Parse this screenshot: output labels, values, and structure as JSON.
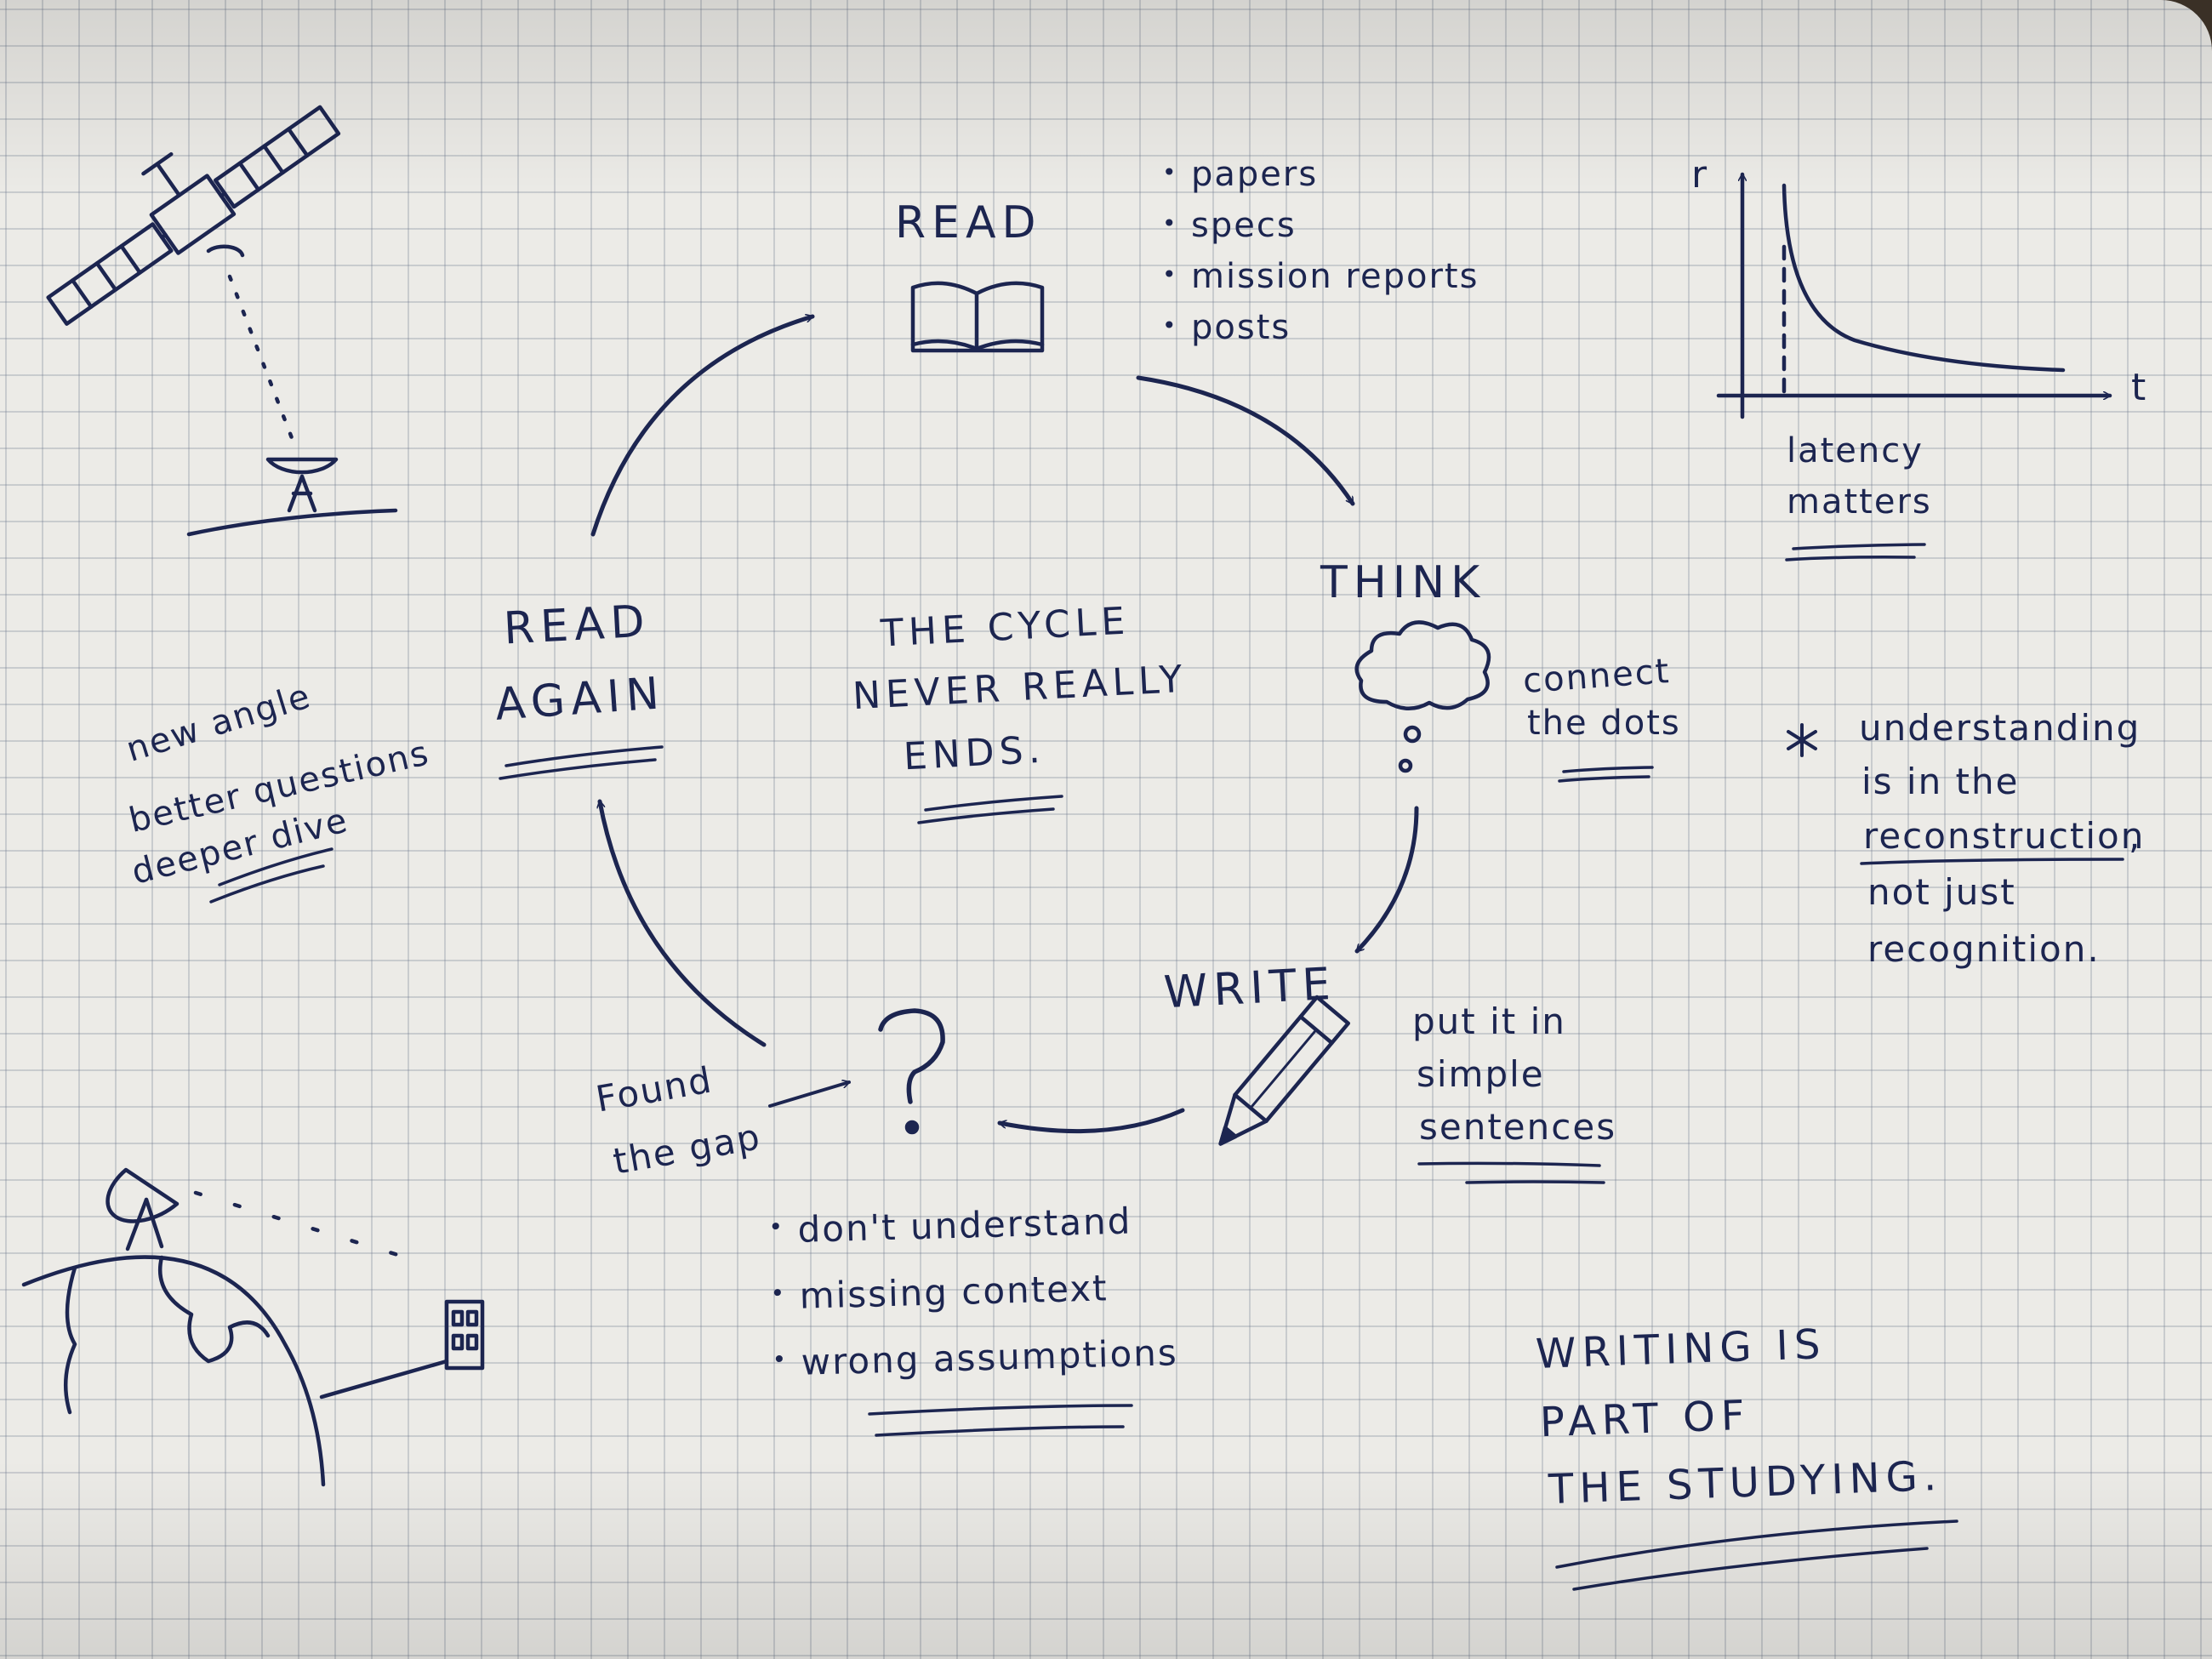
{
  "cycle": {
    "read": {
      "title": "READ",
      "sources": [
        "papers",
        "specs",
        "mission reports",
        "posts"
      ]
    },
    "think": {
      "title": "THINK",
      "note": [
        "connect",
        "the dots"
      ]
    },
    "write": {
      "title": "WRITE",
      "note": [
        "put it in",
        "simple",
        "sentences"
      ]
    },
    "gap": {
      "note": [
        "Found",
        "the gap"
      ],
      "reasons": [
        "don't understand",
        "missing context",
        "wrong assumptions"
      ]
    },
    "read_again": {
      "title": [
        "READ",
        "AGAIN"
      ],
      "note": [
        "new angle",
        "better questions",
        "deeper dive"
      ]
    },
    "center": [
      "THE CYCLE",
      "NEVER REALLY",
      "ENDS."
    ]
  },
  "graph": {
    "y_label": "r",
    "x_label": "t",
    "caption": [
      "latency",
      "matters"
    ]
  },
  "insight": {
    "marker": "*",
    "lines": [
      "understanding",
      "is in the",
      "reconstruction",
      "not just",
      "recognition."
    ],
    "comma": ","
  },
  "conclusion": [
    "WRITING IS",
    "PART OF",
    "THE STUDYING."
  ],
  "colors": {
    "ink": "#1c2550",
    "paper": "#ecebe7",
    "grid": "#9aa3b5"
  }
}
